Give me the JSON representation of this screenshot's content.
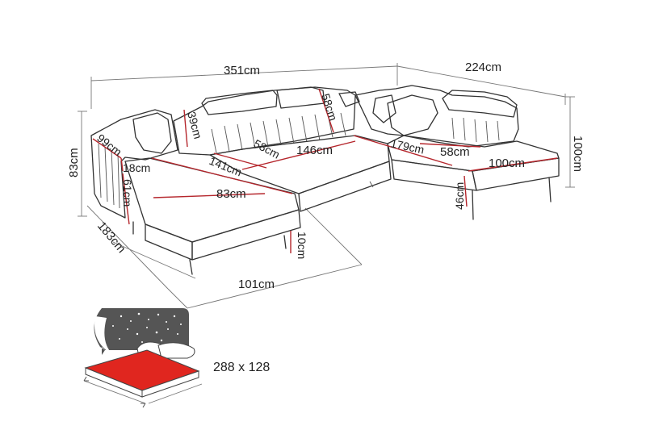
{
  "dimensions": {
    "d351": "351cm",
    "d224": "224cm",
    "d83": "83cm",
    "d100r": "100cm",
    "d99": "99cm",
    "d18": "18cm",
    "d61": "61cm",
    "d39": "39cm",
    "d58a": "58cm",
    "d58b": "58cm",
    "d58c": "58cm",
    "d146": "146cm",
    "d179": "179cm",
    "d141": "141cm",
    "d83b": "83cm",
    "d100": "100cm",
    "d46": "46cm",
    "d10": "10cm",
    "d101": "101cm",
    "d183": "183cm"
  },
  "bed_size": "288 x 128",
  "colors": {
    "red_line": "#b5262c",
    "bed_surface": "#e0261f",
    "night_bg": "#555555"
  }
}
